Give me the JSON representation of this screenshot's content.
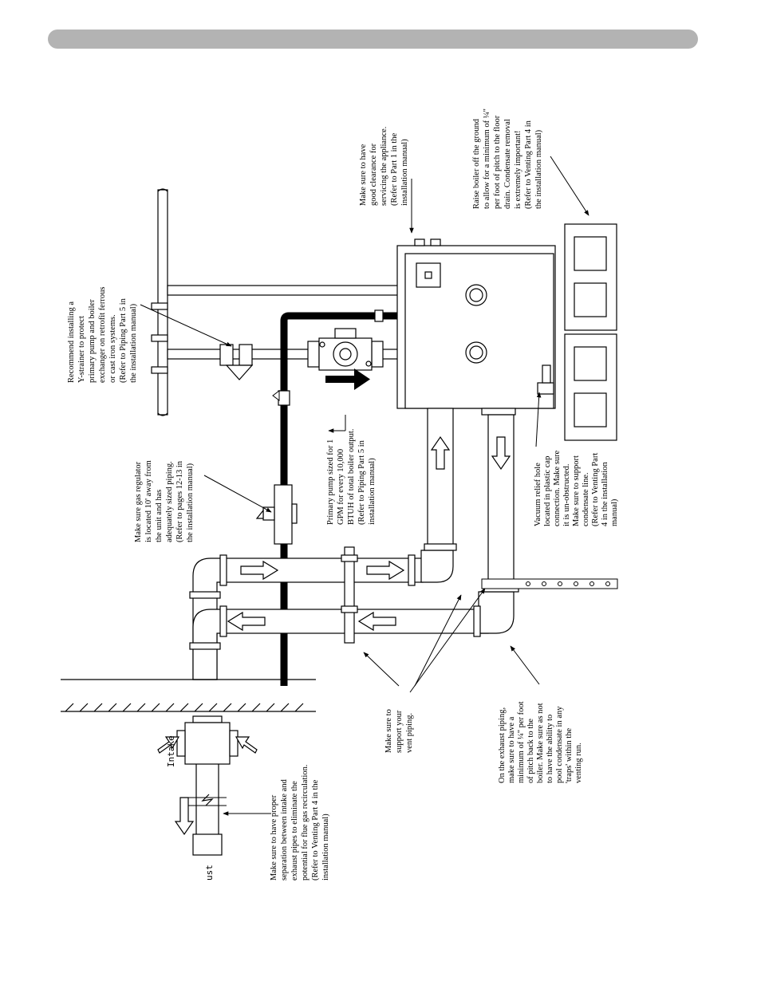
{
  "notes": {
    "ystrainer": [
      "Recommend installing a",
      "Y-strainer to protect",
      "primary pump and boiler",
      "exchanger on retrofit ferrous",
      "or cast iron systems.",
      "(Refer to Piping Part 5 in",
      "the installation manual)"
    ],
    "clearance": [
      "Make sure to have",
      "good clearance for",
      "servicing the appliance.",
      "(Refer to Part 1 in the",
      "installation manual)"
    ],
    "raise_boiler": [
      "Raise boiler off the ground",
      "to allow for a minimum of ¼\"",
      "per foot of pitch to the floor",
      "drain. Condensate removal",
      "is extremely important!",
      "(Refer to Venting Part 4 in",
      "the installation manual)"
    ],
    "gas_regulator": [
      "Make sure gas regulator",
      "is located 10' away from",
      "the unit and has",
      "adequately sized piping.",
      "(Refer to pages 12-13 in",
      "the installation manual)"
    ],
    "primary_pump": [
      "Primary pump sized for 1",
      "GPM for every 10,000",
      "BTUH of total boiler output.",
      "(Refer to Piping Part 5 in",
      "installation manual)"
    ],
    "vacuum_relief": [
      "Vacuum relief hole",
      "located in plastic cap",
      "connection. Make sure",
      "it is un-obstructed.",
      "Make sure to support",
      "condensate line.",
      "(Refer to Venting Part",
      "4 in the installation",
      "manual)"
    ],
    "separation": [
      "Make sure to have proper",
      "separation between intake and",
      "exhaust pipes to eliminate the",
      "potential for flue gas recirculation.",
      "(Refer to Venting Part 4 in the",
      "installation manual)"
    ],
    "support_vent": [
      "Make sure to",
      "support your",
      "vent piping."
    ],
    "exhaust_pitch": [
      "On the exhaust piping,",
      "make sure to have a",
      "minimum of ¼\" per foot",
      "of pitch back to the",
      "boiler. Make sure as not",
      "to have the ability to",
      "pool condensate in any",
      "'traps' within the",
      "venting run."
    ]
  },
  "labels": {
    "intake": "Intake",
    "exhaust": "ust"
  }
}
